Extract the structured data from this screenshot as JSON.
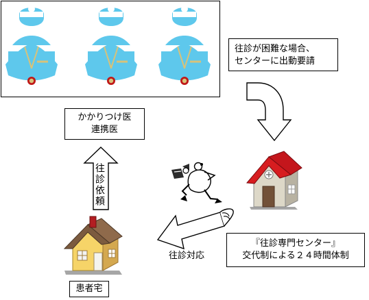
{
  "doctors_panel": {
    "doctor_count": 3,
    "colors": {
      "gown": "#5ec8ec",
      "face": "#5ec8ec",
      "stethoscope": "#d8c27a",
      "badge": "#c01818"
    }
  },
  "request_note": {
    "line1": "往診が困難な場合、",
    "line2": "センターに出動要請"
  },
  "family_doctor_box": {
    "line1": "かかりつけ医",
    "line2": "連携医"
  },
  "referral_arrow": {
    "label": "往診依頼"
  },
  "patient_home": {
    "label": "患者宅"
  },
  "visit_arrow": {
    "label": "往診対応"
  },
  "center_box": {
    "line1": "『往診専門センター』",
    "line2": "交代制による２４時間体制"
  }
}
